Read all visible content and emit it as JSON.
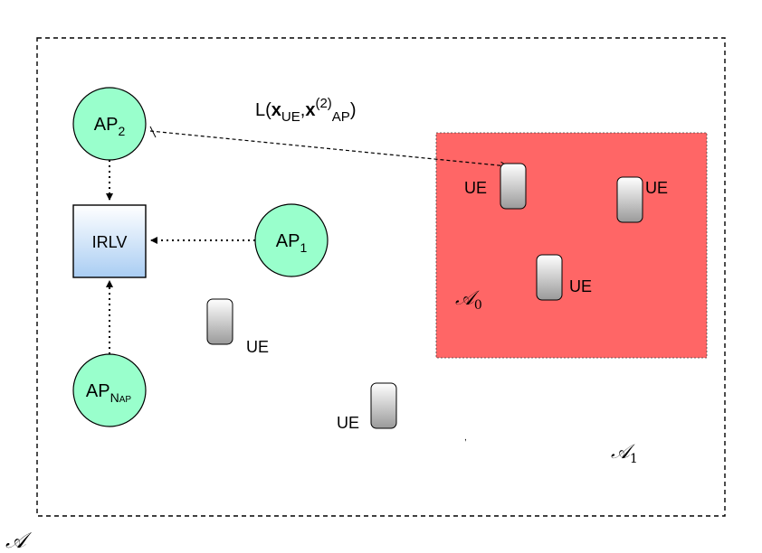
{
  "regions": {
    "outer_label": "𝒜",
    "zone0_label": "𝒜",
    "zone0_sub": "0",
    "zone1_label": "𝒜",
    "zone1_sub": "1",
    "zone0_fill": "#ff6666"
  },
  "nodes": {
    "ap2": {
      "main": "AP",
      "sub": "2"
    },
    "ap1": {
      "main": "AP",
      "sub": "1"
    },
    "apn": {
      "main": "AP",
      "sub": "N",
      "sub2": "AP"
    },
    "irlv": "IRLV",
    "ap_fill": "#99ffcc",
    "irlv_fill_top": "#ffffff",
    "irlv_fill_bottom": "#a9cdf3"
  },
  "ue_label": "UE",
  "link_label": {
    "l": "L(",
    "x1": "x",
    "sub1": "UE",
    "comma": ",",
    "x2": "x",
    "sup": "(2)",
    "sub2": "AP",
    "close": ")"
  }
}
